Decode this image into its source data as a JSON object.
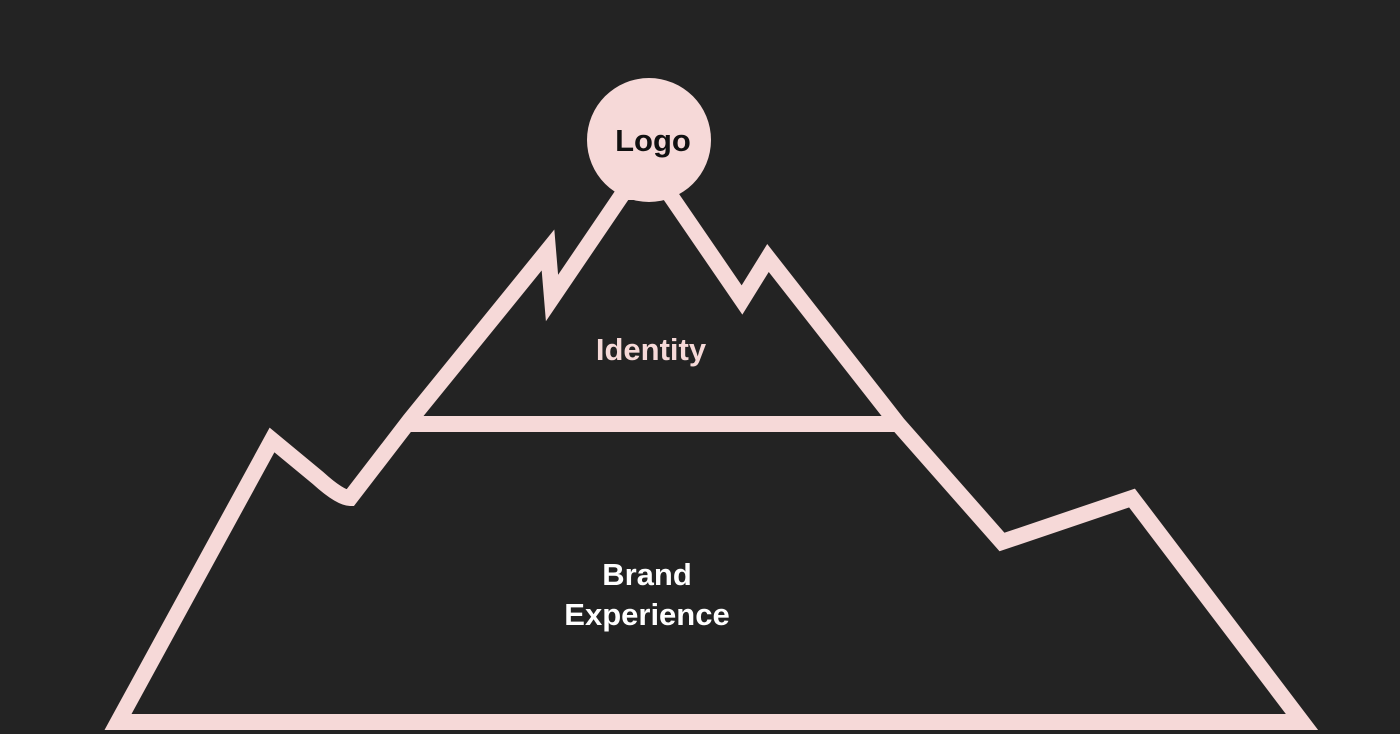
{
  "diagram": {
    "logo_label": "Logo",
    "identity_label": "Identity",
    "brand_label_line1": "Brand",
    "brand_label_line2": "Experience"
  },
  "colors": {
    "background": "#232323",
    "stroke": "#f6d9d8",
    "logo_fill": "#f6d9d8",
    "logo_text": "#111111",
    "identity_text": "#f6d9d8",
    "brand_text": "#ffffff"
  }
}
